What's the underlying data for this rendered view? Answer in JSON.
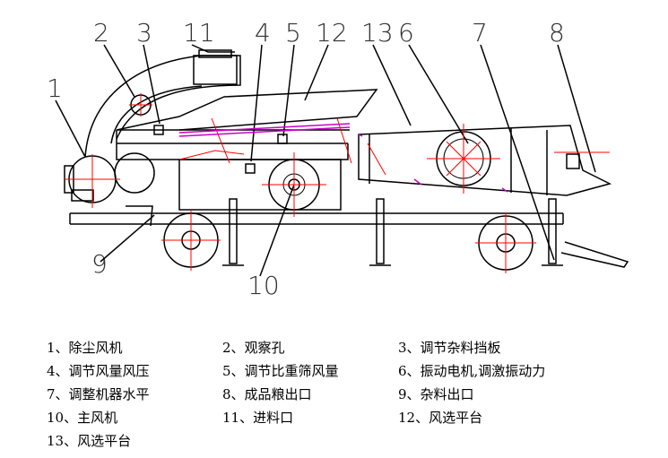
{
  "callouts": [
    "1",
    "2",
    "3",
    "11",
    "4",
    "5",
    "12",
    "13",
    "6",
    "7",
    "8",
    "9",
    "10"
  ],
  "legend": [
    [
      "1、除尘风机",
      "2、观察孔",
      "3、调节杂料挡板"
    ],
    [
      "4、调节风量风压",
      "5、调节比重筛风量",
      "6、振动电机,调激振动力"
    ],
    [
      "7、调整机器水平",
      "8、成品粮出口",
      "9、杂料出口"
    ],
    [
      "10、主风机",
      "11、进料口",
      "12、风选平台"
    ],
    [
      "13、风选平台"
    ]
  ],
  "colors": {
    "line": "#000000",
    "red": "#ff0000",
    "magenta": "#cc00cc",
    "gray": "#555555"
  }
}
